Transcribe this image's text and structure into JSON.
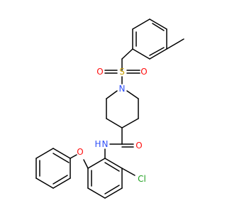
{
  "molecule": {
    "atom_labels": {
      "O_top_left": "O",
      "S": "S",
      "O_top_right": "O",
      "N_ring": "N",
      "O_amide": "O",
      "N_amide": "N",
      "H_amide": "H",
      "O_ether": "O",
      "Cl": "Cl"
    },
    "colors": {
      "bond": "#000000",
      "oxygen": "#ff0d0d",
      "nitrogen": "#3050f8",
      "sulfur": "#c8a000",
      "chlorine": "#1fa01f"
    }
  }
}
